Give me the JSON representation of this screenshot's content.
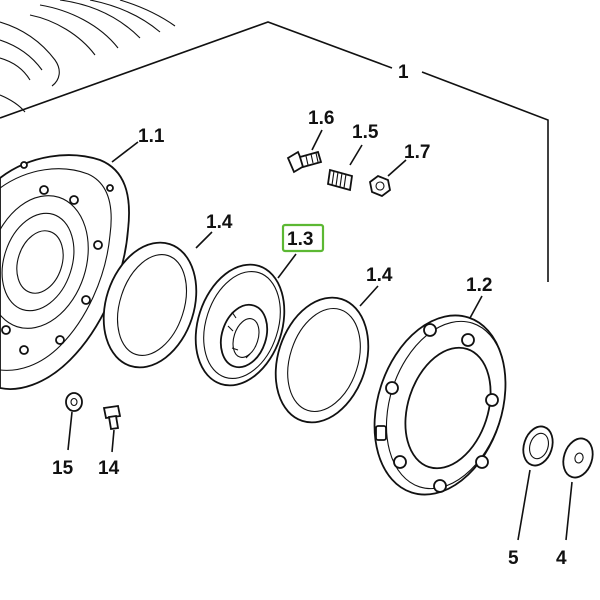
{
  "diagram": {
    "labels": {
      "assembly": "1",
      "flywheel_plate": "1.1",
      "clutch_hub": "1.3",
      "spacer_left": "1.4",
      "spacer_right": "1.4",
      "cover": "1.2",
      "bolt": "1.6",
      "spring": "1.5",
      "nut": "1.7",
      "washer_15": "15",
      "screw_14": "14",
      "washer_5": "5",
      "washer_4": "4"
    },
    "highlight_color": "#5cb833",
    "highlighted_part": "1.3"
  }
}
